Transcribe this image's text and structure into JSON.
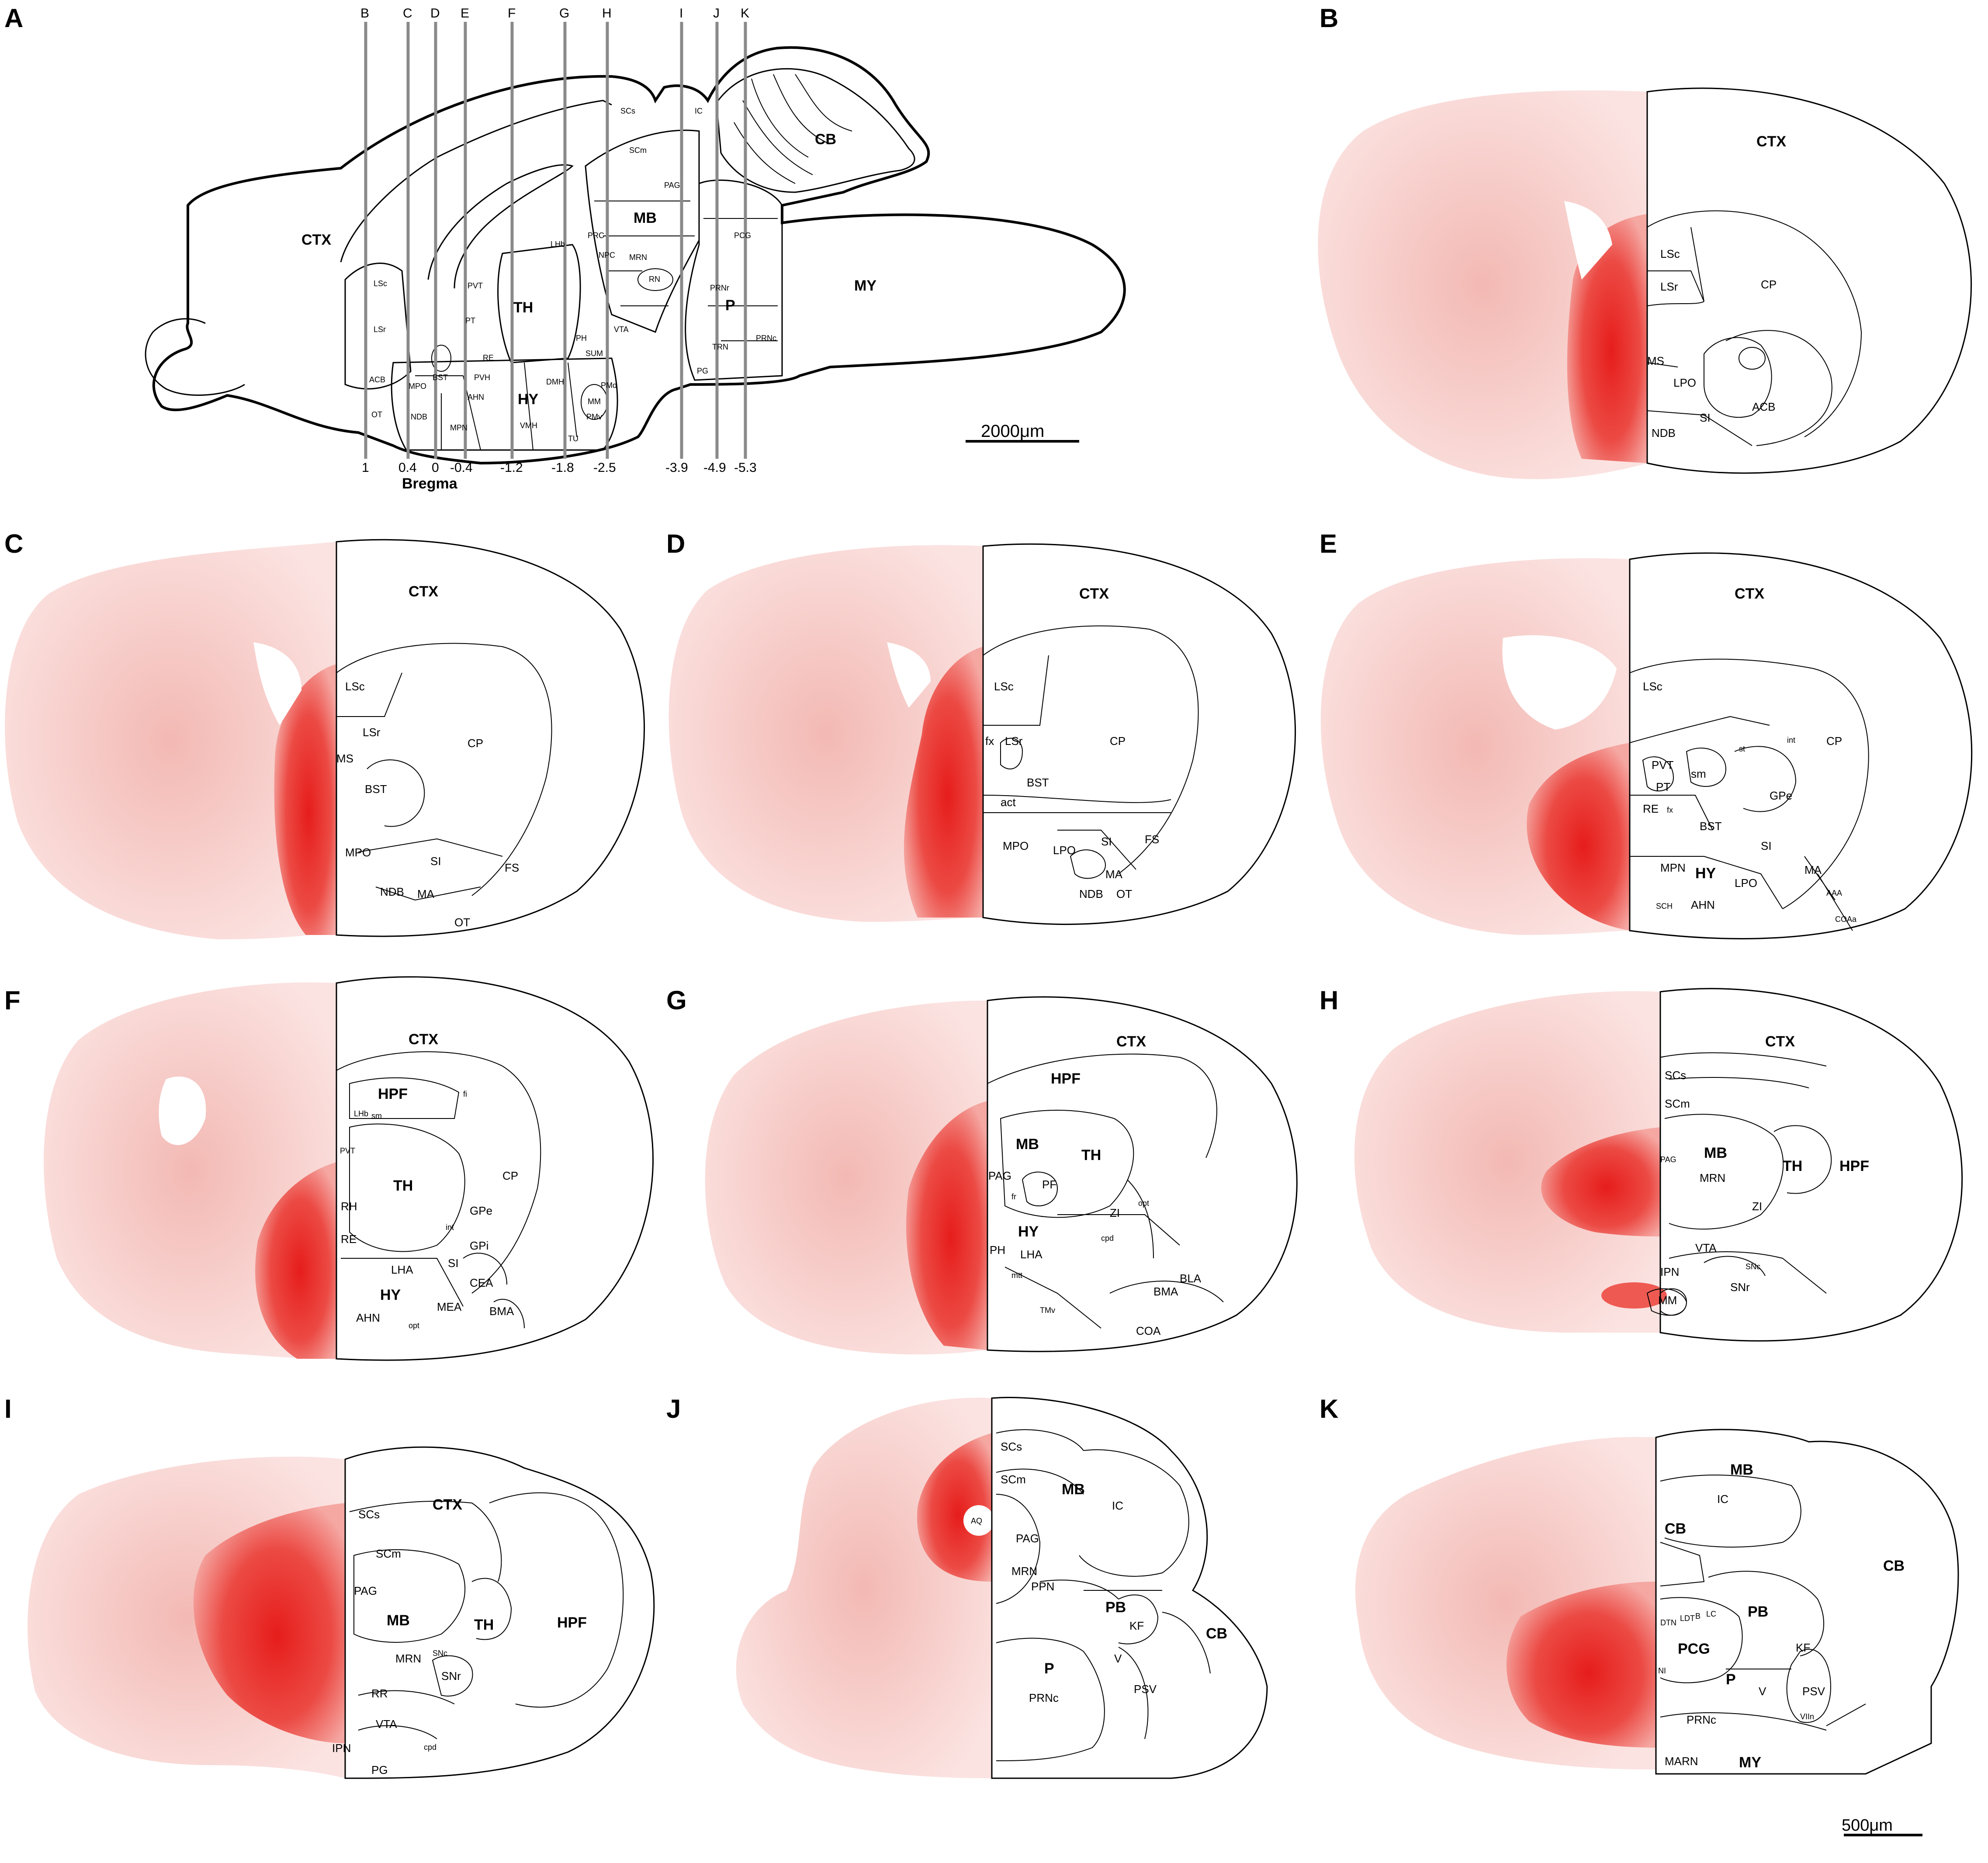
{
  "panelA": {
    "label": "A",
    "section_letters": [
      "B",
      "C",
      "D",
      "E",
      "F",
      "G",
      "H",
      "I",
      "J",
      "K"
    ],
    "bregma_values": [
      "1",
      "0.4",
      "0",
      "-0.4",
      "-1.2",
      "-1.8",
      "-2.5",
      "-3.9",
      "-4.9",
      "-5.3"
    ],
    "bregma_caption": "Bregma",
    "scale_bar": "2000μm",
    "regions_big": [
      "CTX",
      "TH",
      "HY",
      "MB",
      "P",
      "MY",
      "CB"
    ],
    "regions_small": [
      "SCs",
      "IC",
      "SCm",
      "PAG",
      "PRC",
      "LHb",
      "NPC",
      "MRN",
      "RN",
      "PCG",
      "LSc",
      "LSr",
      "PVT",
      "PT",
      "PH",
      "VTA",
      "SUM",
      "PRNr",
      "PRNc",
      "ACB",
      "BST",
      "RE",
      "PVH",
      "DMH",
      "MM",
      "TRN",
      "OT",
      "MPO",
      "NDB",
      "MPN",
      "AHN",
      "VMH",
      "PMd",
      "PMv",
      "TU",
      "PG"
    ]
  },
  "panels": [
    {
      "label": "B",
      "regions": [
        "CTX",
        "LSc",
        "CP",
        "LSr",
        "MS",
        "LPO",
        "SI",
        "ACB",
        "NDB"
      ]
    },
    {
      "label": "C",
      "regions": [
        "CTX",
        "LSc",
        "LSr",
        "CP",
        "MS",
        "BST",
        "MPO",
        "SI",
        "FS",
        "NDB",
        "MA",
        "OT"
      ]
    },
    {
      "label": "D",
      "regions": [
        "CTX",
        "LSc",
        "fx",
        "LSr",
        "CP",
        "BST",
        "act",
        "MPO",
        "LPO",
        "SI",
        "FS",
        "MA",
        "NDB",
        "OT"
      ]
    },
    {
      "label": "E",
      "regions": [
        "CTX",
        "LSc",
        "CP",
        "PVT",
        "PT",
        "sm",
        "st",
        "int",
        "GPe",
        "RE",
        "fx",
        "BST",
        "SI",
        "MPN",
        "HY",
        "LPO",
        "MA",
        "AAA",
        "SCH",
        "AHN",
        "COAa"
      ]
    },
    {
      "label": "F",
      "regions": [
        "CTX",
        "HPF",
        "fi",
        "sm",
        "LHb",
        "PVT",
        "TH",
        "CP",
        "RH",
        "GPe",
        "RE",
        "int",
        "GPi",
        "LHA",
        "SI",
        "HY",
        "CEA",
        "MEA",
        "BMA",
        "AHN",
        "opt"
      ]
    },
    {
      "label": "G",
      "regions": [
        "CTX",
        "HPF",
        "MB",
        "TH",
        "PAG",
        "PF",
        "fr",
        "ZI",
        "HY",
        "cpd",
        "opt",
        "PH",
        "LHA",
        "mtt",
        "BLA",
        "BMA",
        "TMv",
        "COA"
      ]
    },
    {
      "label": "H",
      "regions": [
        "CTX",
        "SCs",
        "SCm",
        "MB",
        "PAG",
        "MRN",
        "TH",
        "HPF",
        "ZI",
        "VTA",
        "SNc",
        "IPN",
        "SNr",
        "MM"
      ]
    },
    {
      "label": "I",
      "regions": [
        "SCs",
        "CTX",
        "SCm",
        "PAG",
        "MB",
        "TH",
        "HPF",
        "MRN",
        "SNc",
        "RR",
        "SNr",
        "VTA",
        "IPN",
        "cpd",
        "PG"
      ]
    },
    {
      "label": "J",
      "regions": [
        "SCs",
        "SCm",
        "MB",
        "IC",
        "AQ",
        "PAG",
        "MRN",
        "PPN",
        "PB",
        "KF",
        "CB",
        "P",
        "V",
        "PSV",
        "PRNc"
      ]
    },
    {
      "label": "K",
      "regions": [
        "MB",
        "IC",
        "CB",
        "CB",
        "DTN",
        "LDT",
        "B",
        "LC",
        "PB",
        "PCG",
        "KF",
        "NI",
        "P",
        "V",
        "PSV",
        "PRNc",
        "VIIn",
        "MARN",
        "MY"
      ]
    }
  ],
  "scale_bar_K": "500μm",
  "colors": {
    "stain": "#e0201e",
    "stain_light": "#f7c9c6",
    "line": "#000000",
    "bregma_lines": "#8a8a8a"
  }
}
